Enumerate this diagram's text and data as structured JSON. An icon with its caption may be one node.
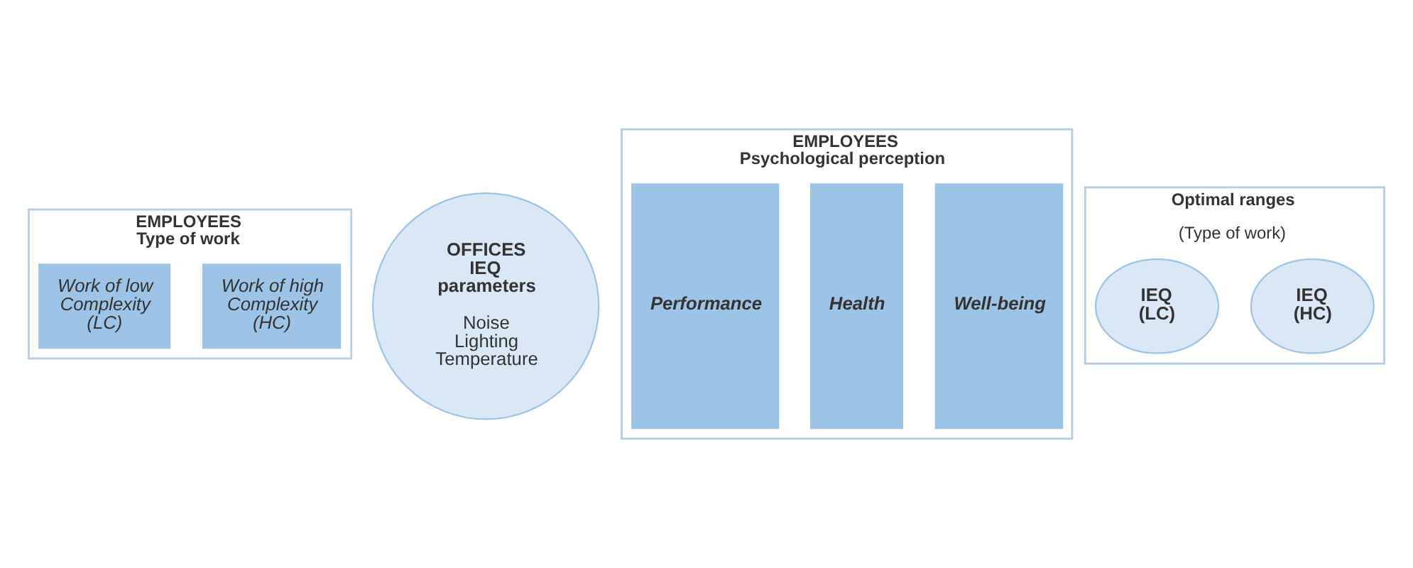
{
  "diagram": {
    "nodes": [
      {
        "text": [
          "EMPLOYEES Type of work"
        ]
      },
      {
        "text": [
          "Work of high Complexity (HC)"
        ],
        "in": 0
      },
      {
        "text": [
          "Work of low Complexity (LC)"
        ],
        "in": 0
      },
      {
        "text": [
          "OFFICES IEQ parameters",
          "Noise Lighting Temperature"
        ]
      },
      {
        "text": [
          "EMPLOYEES Psychological perception"
        ]
      },
      {
        "text": [
          "Well-being"
        ],
        "in": 4
      },
      {
        "text": [
          "Health"
        ],
        "in": 4
      },
      {
        "text": [
          "Performance"
        ],
        "in": 4
      },
      {
        "text": [
          "Optimal ranges",
          "(Type of work)"
        ]
      },
      {
        "text": [
          "IEQ (HC)"
        ],
        "in": 8
      },
      {
        "text": [
          "IEQ (LC)"
        ],
        "in": 8
      }
    ],
    "edges": []
  }
}
